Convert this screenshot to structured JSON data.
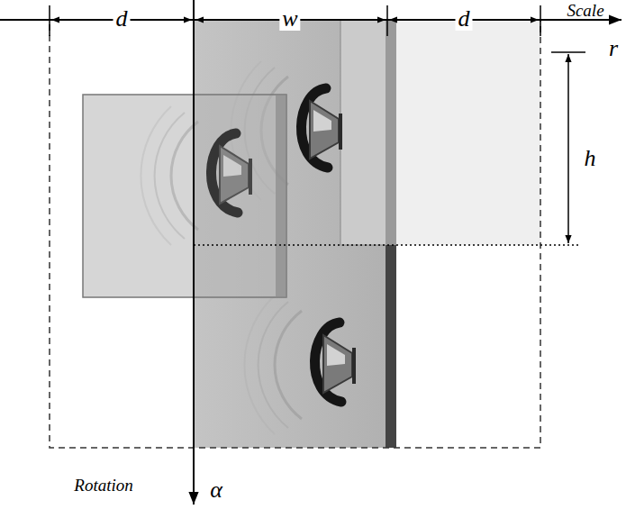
{
  "diagram": {
    "labels": [
      "d",
      "w",
      "d",
      "Scale",
      "r",
      "h",
      "Rotation",
      "α"
    ]
  }
}
